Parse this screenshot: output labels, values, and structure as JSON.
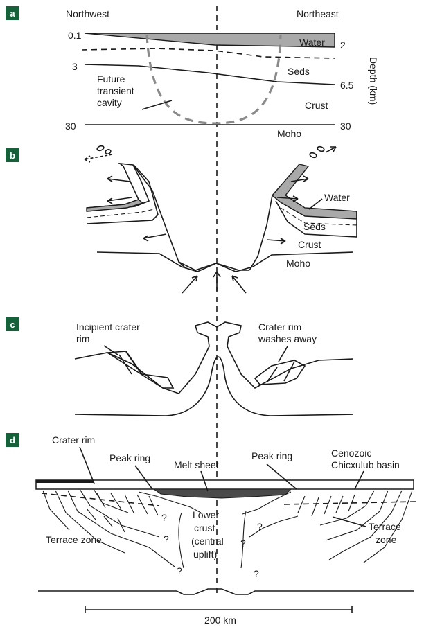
{
  "panels": {
    "a": {
      "letter": "a",
      "left_title": "Northwest",
      "right_title": "Northeast",
      "depth_axis_label": "Depth (km)",
      "left_depths": [
        "0.1",
        "3",
        "30"
      ],
      "right_depths": [
        "2",
        "6.5",
        "30"
      ],
      "labels": {
        "water": "Water",
        "seds": "Seds",
        "crust": "Crust",
        "moho": "Moho",
        "cavity_line1": "Future",
        "cavity_line2": "transient",
        "cavity_line3": "cavity"
      }
    },
    "b": {
      "letter": "b",
      "labels": {
        "water": "Water",
        "seds": "Seds",
        "crust": "Crust",
        "moho": "Moho"
      }
    },
    "c": {
      "letter": "c",
      "labels": {
        "incipient_line1": "Incipient crater",
        "incipient_line2": "rim",
        "washes_line1": "Crater rim",
        "washes_line2": "washes away"
      }
    },
    "d": {
      "letter": "d",
      "labels": {
        "crater_rim": "Crater rim",
        "peak_ring_left": "Peak ring",
        "melt_sheet": "Melt sheet",
        "peak_ring_right": "Peak ring",
        "basin_line1": "Cenozoic",
        "basin_line2": "Chicxulub basin",
        "lower_line1": "Lower",
        "lower_line2": "crust",
        "lower_line3": "(central",
        "lower_line4": "uplift)",
        "terrace_left": "Terrace zone",
        "terrace_right_line1": "Terrace",
        "terrace_right_line2": "zone",
        "question": "?"
      }
    }
  },
  "scale_bar": {
    "label": "200 km"
  },
  "colors": {
    "badge": "#16603a",
    "water": "#a9a9a9",
    "melt": "#4a4a4a",
    "ink": "#1a1a1a"
  }
}
